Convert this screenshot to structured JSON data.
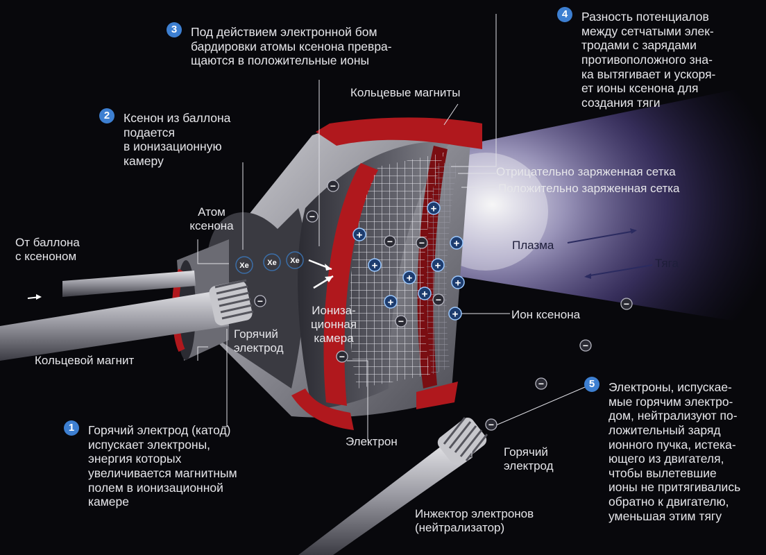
{
  "steps": [
    {
      "number": "1",
      "text": "Горячий электрод (катод)\nиспускает электроны,\nэнергия которых\nувеличивается магнитным\nполем в ионизационной\nкамере"
    },
    {
      "number": "2",
      "text": "Ксенон из баллона\nподается\nв ионизационную\nкамеру"
    },
    {
      "number": "3",
      "text": "Под действием электронной бом\nбардировки атомы ксенона превра-\nщаются в положительные ионы"
    },
    {
      "number": "4",
      "text": "Разность потенциалов\nмежду сетчатыми элек-\nтродами с зарядами\nпротивоположного зна-\nка вытягивает и ускоря-\nет ионы ксенона для\nсоздания тяги"
    },
    {
      "number": "5",
      "text": "Электроны, испускае-\nмые горячим электро-\nдом, нейтрализуют по-\nложительный заряд\nионного пучка, истека-\nющего из двигателя,\nчтобы вылетевшие\nионы не притягивались\nобратно к двигателю,\nуменьшая этим тягу"
    }
  ],
  "labels": {
    "from_tank": "От баллона\nс ксеноном",
    "xenon_atom": "Атом\nксенона",
    "ring_magnet": "Кольцевой магнит",
    "ring_magnets": "Кольцевые магниты",
    "hot_electrode_main": "Горячий\nэлектрод",
    "ionization_chamber": "Иониза-\nционная\nкамера",
    "electron": "Электрон",
    "negative_grid": "Отрицательно заряженная сетка",
    "positive_grid": "Положительно заряженная сетка",
    "plasma": "Плазма",
    "thrust": "Тяга",
    "xenon_ion": "Ион ксенона",
    "hot_electrode_neutralizer": "Горячий\nэлектрод",
    "electron_injector": "Инжектор электронов\n(нейтрализатор)"
  },
  "symbols": {
    "xe": "Xe",
    "plus": "+",
    "minus": "−"
  },
  "colors": {
    "background": "#08080c",
    "badge": "#3d7fd1",
    "magnet_red": "#b0181d",
    "plume": "#9a8fe0",
    "text": "#e6e6ea"
  }
}
